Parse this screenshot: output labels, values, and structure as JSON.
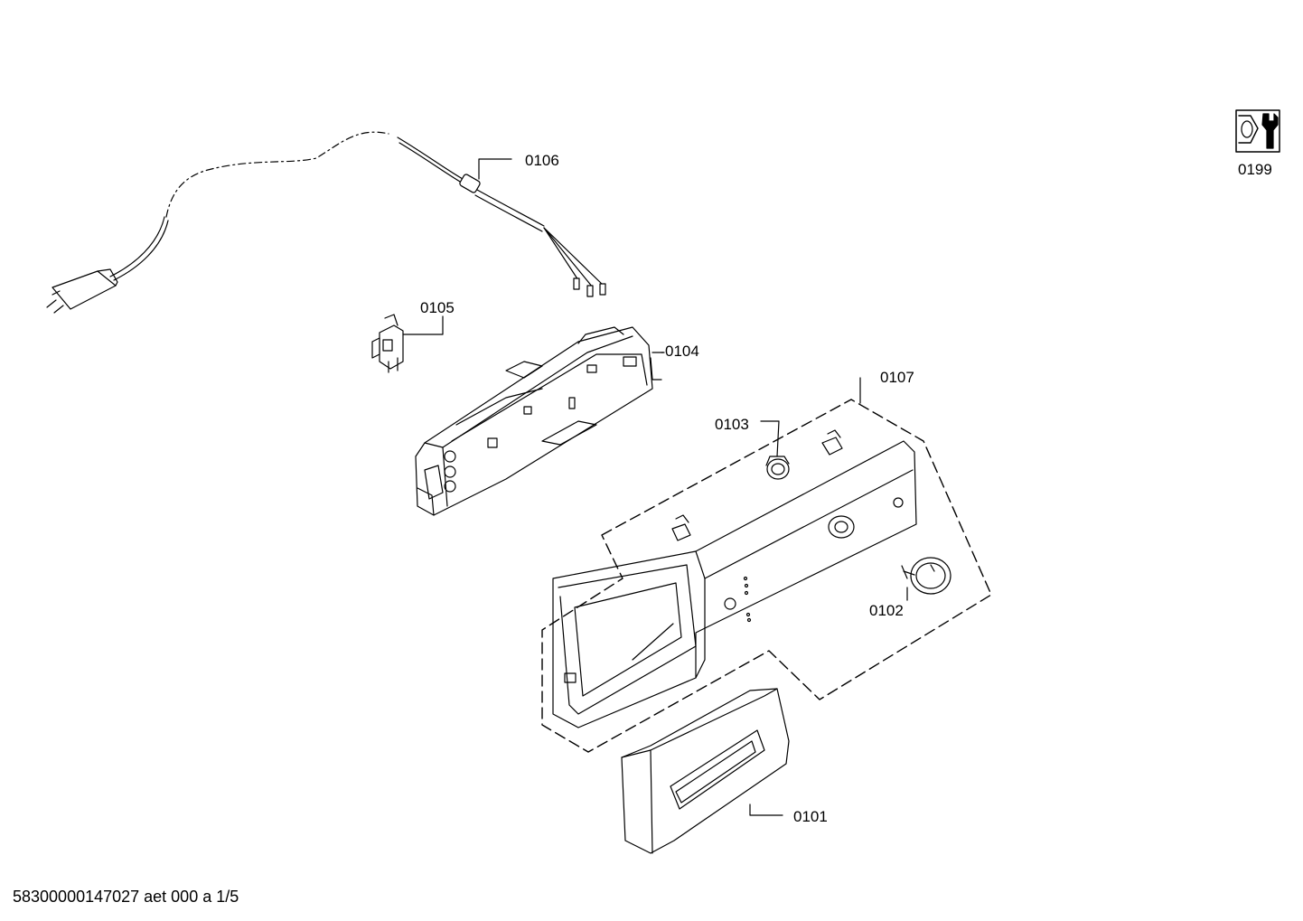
{
  "labels": {
    "p0101": "0101",
    "p0102": "0102",
    "p0103": "0103",
    "p0104": "0104",
    "p0105": "0105",
    "p0106": "0106",
    "p0107": "0107",
    "p0199": "0199"
  },
  "footer": "58300000147027 aet 000 a 1/5",
  "icons": {
    "service": "wrench-nut-icon"
  }
}
